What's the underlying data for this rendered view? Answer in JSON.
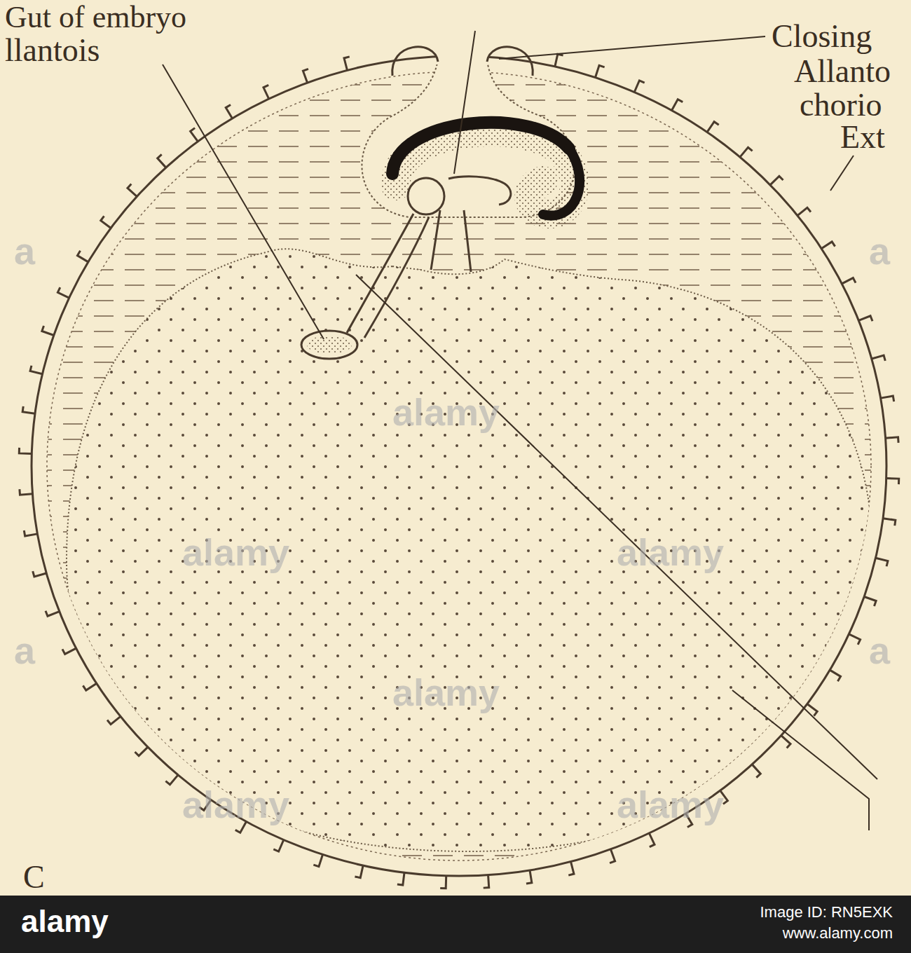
{
  "diagram": {
    "labels": [
      "Gut of embryo",
      "llantois",
      "Closing",
      "Allanto",
      "chorio",
      "Ext",
      "C",
      "alamy",
      "a",
      "a",
      "alamy",
      "alamy",
      "a",
      "alamy",
      "a",
      "alamy",
      "alamy",
      "alamy",
      "Image ID: RN5EXK",
      "www.alamy.com"
    ]
  }
}
